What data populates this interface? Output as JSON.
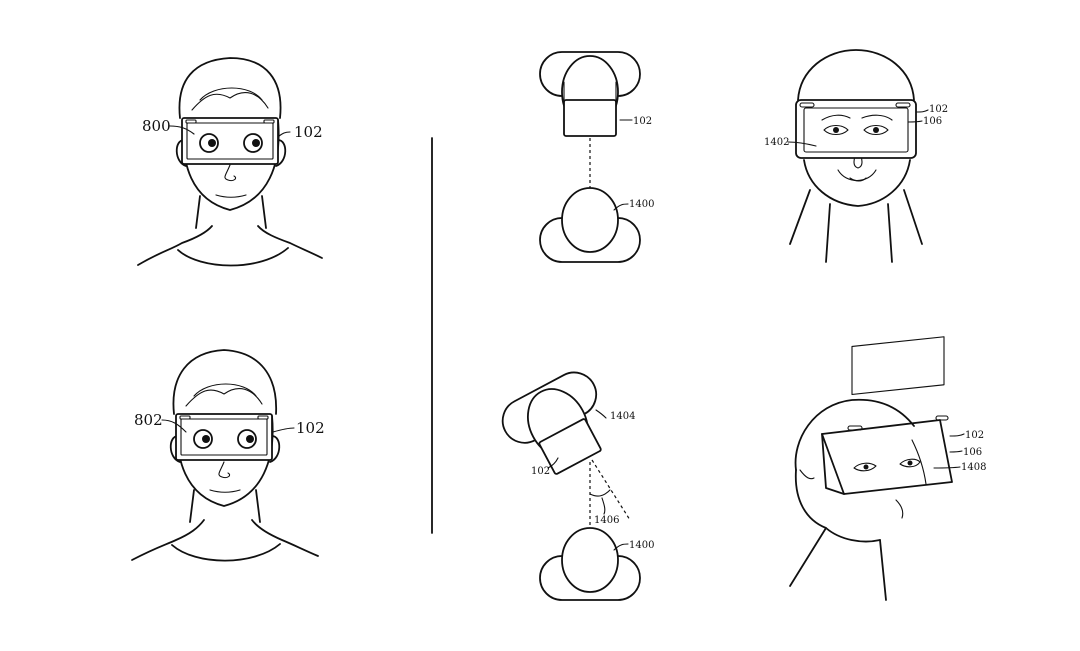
{
  "figures": {
    "fig_a": {
      "labels": [
        "800",
        "102"
      ]
    },
    "fig_b": {
      "labels": [
        "802",
        "102"
      ]
    },
    "top_view_1": {
      "labels": [
        "102",
        "1400"
      ]
    },
    "top_view_2": {
      "labels": [
        "1404",
        "102",
        "1406",
        "1400"
      ]
    },
    "hmd_front": {
      "labels": [
        "102",
        "106",
        "1402"
      ]
    },
    "hmd_angled": {
      "labels": [
        "102",
        "106",
        "1408"
      ]
    }
  }
}
